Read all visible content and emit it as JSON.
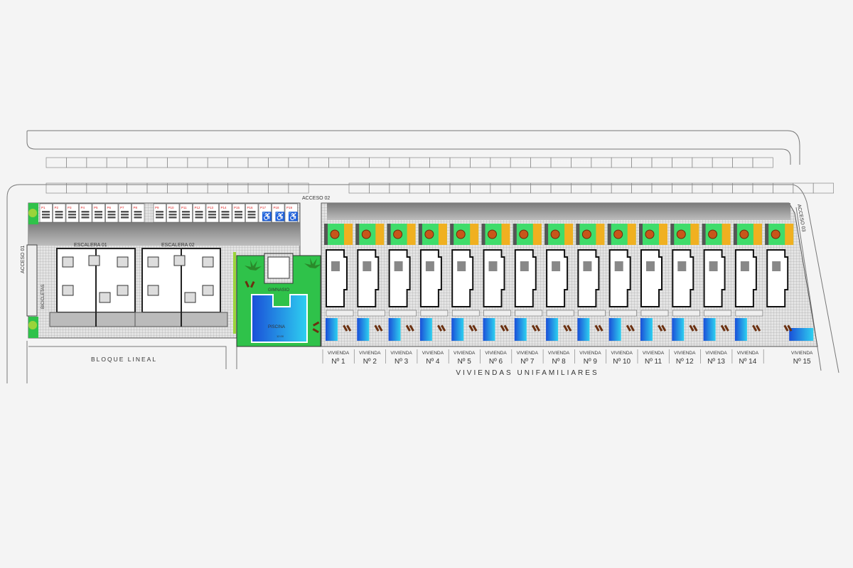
{
  "plan": {
    "access_1": "ACCESO 01",
    "access_2": "ACCESO 02",
    "access_3": "ACCESO 03",
    "stair_1": "ESCALERA 01",
    "stair_2": "ESCALERA 02",
    "bicycles": "BICICLETAS",
    "gym": "GIMNASIO",
    "pool": "PISCINA",
    "pool_dim_width": "12.00",
    "block_label": "BLOQUE LINEAL",
    "houses_title": "VIVIENDAS UNIFAMILIARES",
    "house_label": "VIVIENDA",
    "houses": [
      "Nº 1",
      "Nº 2",
      "Nº 3",
      "Nº 4",
      "Nº 5",
      "Nº 6",
      "Nº 7",
      "Nº 8",
      "Nº 9",
      "Nº 10",
      "Nº 11",
      "Nº 12",
      "Nº 13",
      "Nº 14",
      "Nº 15"
    ],
    "parking_spaces": [
      "P1",
      "P2",
      "P3",
      "P4",
      "P5",
      "P6",
      "P7",
      "P8",
      "P9",
      "P10",
      "P11",
      "P12",
      "P13",
      "P14",
      "P15",
      "P16",
      "P17",
      "P18",
      "P19"
    ],
    "accessible_spaces": 3
  },
  "colors": {
    "grass": "#2fc24a",
    "garden": "#3fdc6a",
    "water": "#1f6fe0",
    "deck": "#f0b020",
    "road": "#a9a9a9",
    "tile": "#d8d8d8"
  }
}
